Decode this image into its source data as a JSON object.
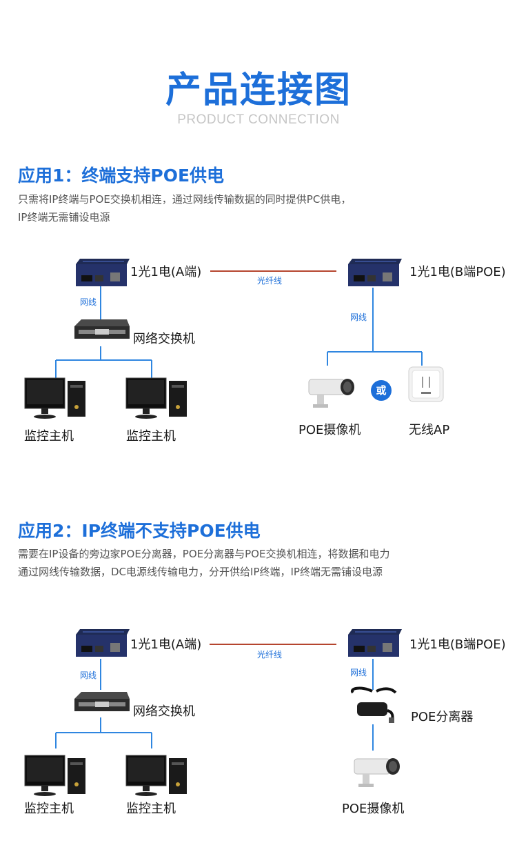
{
  "header": {
    "title": "产品连接图",
    "subtitle": "PRODUCT CONNECTION"
  },
  "app1": {
    "title": "应用1：终端支持POE供电",
    "desc_line1": "只需将IP终端与POE交换机相连，通过网线传输数据的同时提供PC供电，",
    "desc_line2": "IP终端无需铺设电源",
    "converter_a_label": "1光1电(A端)",
    "converter_b_label": "1光1电(B端POE)",
    "fiber_label": "光纤线",
    "cable_label_left": "网线",
    "cable_label_right": "网线",
    "switch_label": "网络交换机",
    "host1_label": "监控主机",
    "host2_label": "监控主机",
    "camera_label": "POE摄像机",
    "or_label": "或",
    "ap_label": "无线AP"
  },
  "app2": {
    "title": "应用2：IP终端不支持POE供电",
    "desc_line1": "需要在IP设备的旁边家POE分离器，POE分离器与POE交换机相连，将数据和电力",
    "desc_line2": "通过网线传输数据，DC电源线传输电力，分开供给IP终端，IP终端无需铺设电源",
    "converter_a_label": "1光1电(A端)",
    "converter_b_label": "1光1电(B端POE)",
    "fiber_label": "光纤线",
    "cable_label_left": "网线",
    "cable_label_right": "网线",
    "switch_label": "网络交换机",
    "splitter_label": "POE分离器",
    "host1_label": "监控主机",
    "host2_label": "监控主机",
    "camera_label": "POE摄像机"
  },
  "colors": {
    "accent": "#1d6fd9",
    "fiber": "#b5452e",
    "cable": "#2f86e0"
  }
}
